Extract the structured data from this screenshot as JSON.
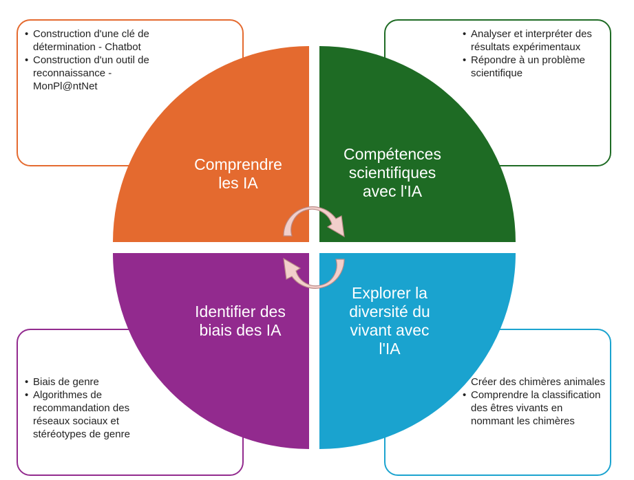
{
  "quadrants": {
    "top_left": {
      "label": "Comprendre\nles IA",
      "color": "#E46A2F",
      "bullets": [
        "Construction d'une clé de détermination - Chatbot",
        "Construction d'un outil de reconnaissance - MonPl@ntNet"
      ]
    },
    "top_right": {
      "label": "Compétences\nscientifiques\navec l'IA",
      "color": "#1E6B24",
      "bullets": [
        "Analyser et interpréter des résultats expérimentaux",
        "Répondre à un problème scientifique"
      ]
    },
    "bottom_left": {
      "label": "Identifier des\nbiais des IA",
      "color": "#922A8E",
      "bullets": [
        "Biais de genre",
        "Algorithmes de recommandation des réseaux sociaux et stéréotypes de genre"
      ]
    },
    "bottom_right": {
      "label": "Explorer la\ndiversité du\nvivant avec\nl'IA",
      "color": "#1AA3CF",
      "bullets": [
        "Créer des chimères animales",
        "Comprendre la classification des êtres vivants en nommant les chimères"
      ]
    }
  },
  "arrow_color": "#F2CFCB"
}
